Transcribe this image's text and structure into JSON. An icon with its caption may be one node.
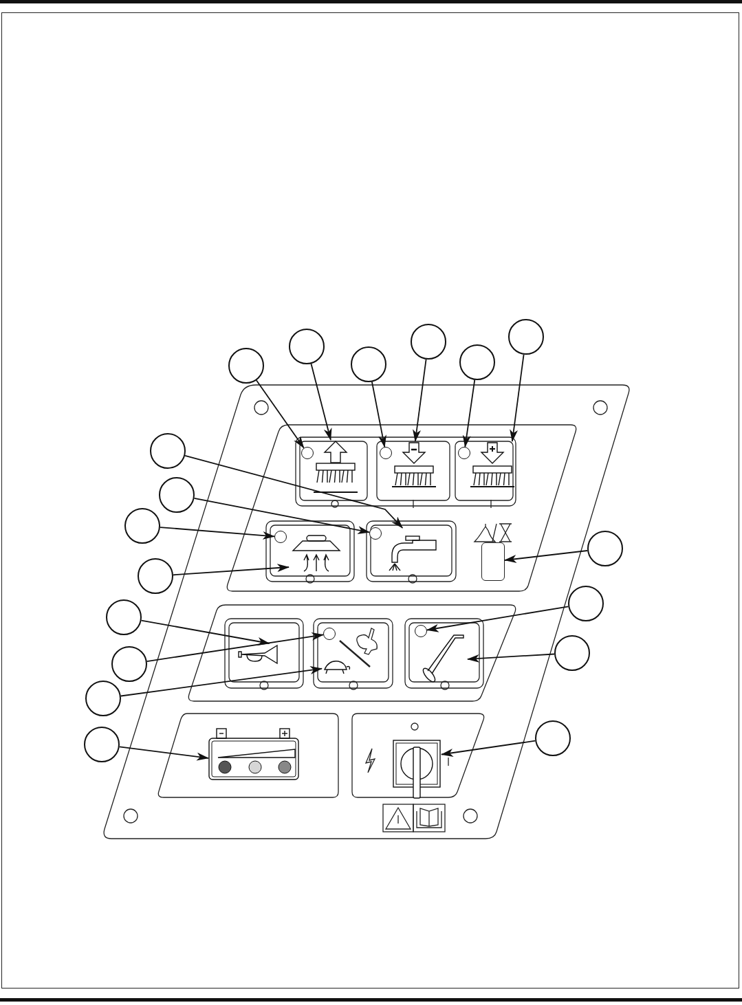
{
  "diagram": {
    "nodes": [
      {
        "text": [],
        "shape": "circle"
      },
      {
        "text": [],
        "shape": "circle"
      },
      {
        "text": [],
        "shape": "circle"
      },
      {
        "text": [],
        "shape": "circle"
      },
      {
        "text": [],
        "shape": "circle"
      },
      {
        "text": [],
        "shape": "circle"
      },
      {
        "text": [],
        "shape": "circle"
      },
      {
        "text": [],
        "shape": "circle"
      },
      {
        "text": [],
        "shape": "circle"
      },
      {
        "text": [],
        "shape": "circle"
      },
      {
        "text": [],
        "shape": "circle"
      },
      {
        "text": [],
        "shape": "circle"
      },
      {
        "text": [],
        "shape": "circle"
      },
      {
        "text": [],
        "shape": "circle"
      },
      {
        "text": [],
        "shape": "circle"
      },
      {
        "text": [],
        "shape": "circle"
      },
      {
        "text": [],
        "shape": "circle"
      },
      {
        "text": [],
        "shape": "circle"
      },
      {
        "text": [],
        "shape": "circle"
      },
      {
        "text": [],
        "shape": "picture"
      },
      {
        "text": [],
        "shape": "circle"
      },
      {
        "text": [],
        "shape": "picture"
      },
      {
        "text": [],
        "shape": "circle"
      },
      {
        "text": [],
        "shape": "picture"
      },
      {
        "text": [],
        "shape": "picture"
      },
      {
        "text": [],
        "shape": "circle"
      },
      {
        "text": [],
        "shape": "circle"
      },
      {
        "text": [],
        "shape": "picture"
      },
      {
        "text": [],
        "shape": "box"
      },
      {
        "text": [],
        "shape": "picture"
      },
      {
        "text": [],
        "shape": "circle"
      },
      {
        "text": [],
        "shape": "picture"
      },
      {
        "text": [],
        "shape": "circle"
      },
      {
        "text": [],
        "shape": "picture"
      },
      {
        "text": [],
        "shape": "picture"
      },
      {
        "text": [],
        "shape": "picture"
      }
    ],
    "edges": [
      {
        "from": 0,
        "to": 18,
        "arrow": "to"
      },
      {
        "from": 1,
        "to": 19,
        "arrow": "to"
      },
      {
        "from": 2,
        "to": 20,
        "arrow": "to"
      },
      {
        "from": 3,
        "to": 21,
        "arrow": "to"
      },
      {
        "from": 4,
        "to": 22,
        "arrow": "to"
      },
      {
        "from": 5,
        "to": 23,
        "arrow": "to"
      },
      {
        "from": 6,
        "to": 24,
        "arrow": "to"
      },
      {
        "from": 7,
        "to": 25,
        "arrow": "to"
      },
      {
        "from": 8,
        "to": 26,
        "arrow": "to"
      },
      {
        "from": 9,
        "to": 27,
        "arrow": "to"
      },
      {
        "from": 10,
        "to": 28,
        "arrow": "to"
      },
      {
        "from": 11,
        "to": 29,
        "arrow": "to"
      },
      {
        "from": 12,
        "to": 30,
        "arrow": "to"
      },
      {
        "from": 13,
        "to": 31,
        "arrow": "to"
      },
      {
        "from": 14,
        "to": 32,
        "arrow": "to"
      },
      {
        "from": 15,
        "to": 33,
        "arrow": "to"
      },
      {
        "from": 16,
        "to": 34,
        "arrow": "to"
      },
      {
        "from": 17,
        "to": 35,
        "arrow": "to"
      }
    ]
  }
}
